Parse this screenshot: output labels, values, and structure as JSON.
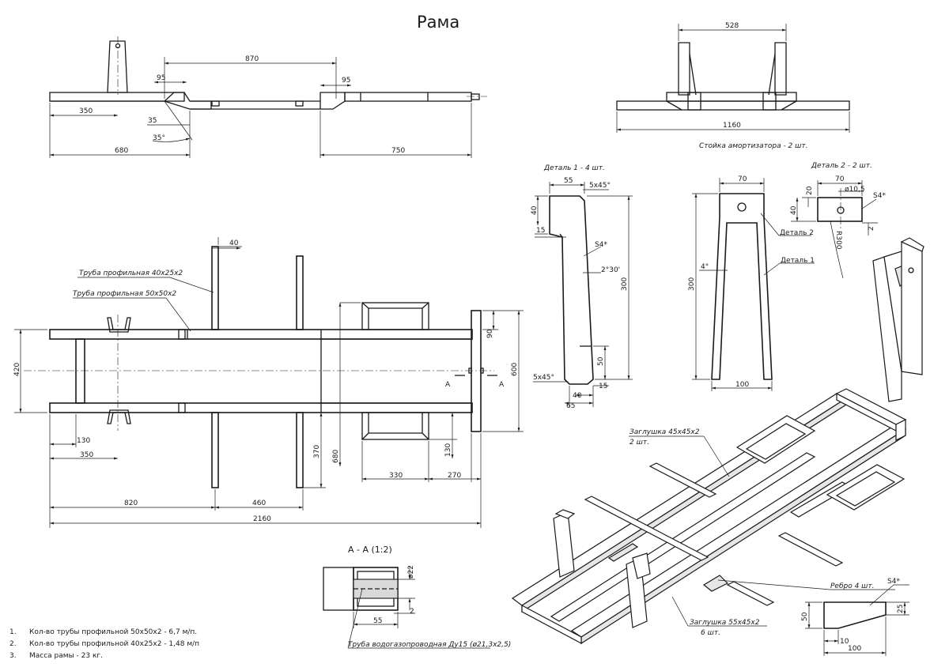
{
  "title": "Рама",
  "top_view": {
    "dims": {
      "d870": "870",
      "d95a": "95",
      "d95b": "95",
      "d350": "350",
      "d35": "35",
      "d35deg": "35°",
      "d680": "680",
      "d750": "750"
    }
  },
  "shock_mount": {
    "dims": {
      "d528": "528",
      "d1160": "1160"
    },
    "caption": "Стойка амортизатора - 2 шт."
  },
  "part1": {
    "caption": "Деталь 1 - 4 шт.",
    "dims": {
      "d55": "55",
      "d5x45": "5х45°",
      "d40": "40",
      "d15": "15",
      "s4": "S4*",
      "ang": "2°30'",
      "d300": "300",
      "d50": "50",
      "d5x45b": "5х45°",
      "d40b": "40",
      "d15b": "15",
      "d65": "65"
    }
  },
  "assembly": {
    "dims": {
      "d70": "70",
      "d300": "300",
      "d4": "4°",
      "d100": "100"
    },
    "labels": {
      "part2": "Деталь 2",
      "part1": "Деталь 1"
    }
  },
  "part2": {
    "caption": "Деталь 2 - 2 шт.",
    "dims": {
      "d70": "70",
      "d20": "20",
      "hole": "ø10,5",
      "s4": "S4*",
      "d40": "40",
      "d2": "2",
      "r300": "R300"
    }
  },
  "plan": {
    "labels": {
      "tube40": "Труба профильная 40х25х2",
      "tube50": "Труба профильная 50х50х2",
      "secA1": "A",
      "secA2": "A"
    },
    "dims": {
      "d40": "40",
      "d420": "420",
      "d90": "90",
      "d600": "600",
      "d130": "130",
      "d350": "350",
      "d370": "370",
      "d680": "680",
      "d130b": "130",
      "d330": "330",
      "d270": "270",
      "d820": "820",
      "d460": "460",
      "d2160": "2160"
    }
  },
  "section": {
    "title": "А - А (1:2)",
    "dims": {
      "d22": "ø22",
      "d55": "55",
      "d2": "2"
    },
    "pipe_label": "Труба водогазопроводная Ду15 (ø21,3х2,5)"
  },
  "iso": {
    "labels": {
      "plug45": "Заглушка 45х45х2",
      "plug45_qty": "2 шт.",
      "plug55": "Заглушка 55х45х2",
      "plug55_qty": "6 шт.",
      "rib": "Ребро 4 шт."
    }
  },
  "rib": {
    "dims": {
      "s4": "S4*",
      "d25": "25",
      "d50": "50",
      "d10": "10",
      "d100": "100"
    }
  },
  "notes": [
    {
      "num": "1.",
      "text": "Кол-во трубы профильной 50х50х2 - 6,7 м/п."
    },
    {
      "num": "2.",
      "text": "Кол-во трубы профильной 40х25х2 - 1,48 м/п"
    },
    {
      "num": "3.",
      "text": "Масса рамы - 23 кг."
    }
  ]
}
